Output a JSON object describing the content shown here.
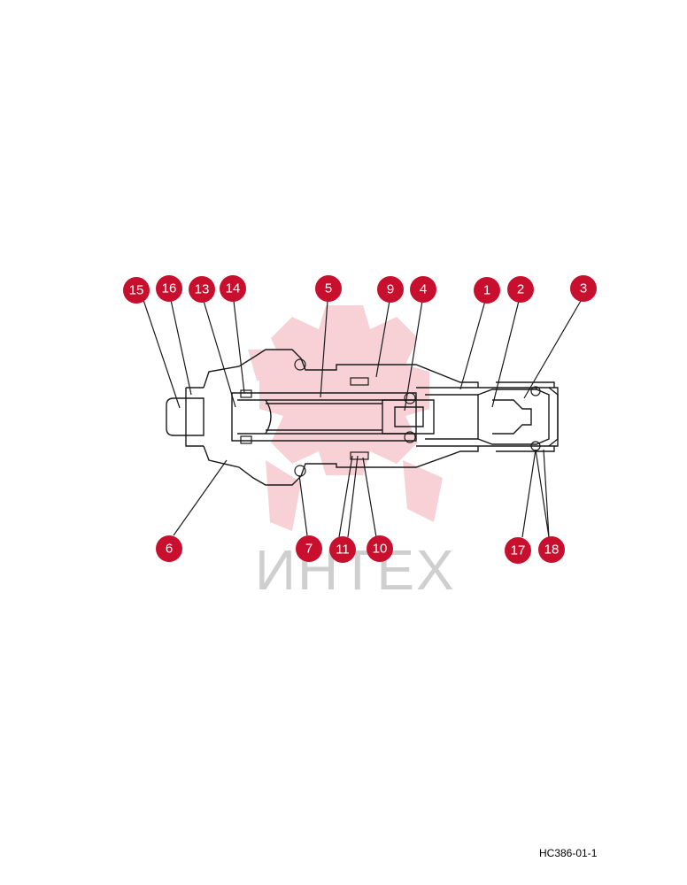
{
  "figure": {
    "drawing_code": "HC386-01-1",
    "watermark_text": "ИНТЕХ",
    "callouts": [
      "15",
      "16",
      "13",
      "14",
      "5",
      "9",
      "4",
      "1",
      "2",
      "3",
      "6",
      "7",
      "11",
      "10",
      "17",
      "18"
    ]
  },
  "colors": {
    "callout_fill": "#c8102e",
    "line": "#1a1a1a",
    "watermark_gear": "#f6c9cf",
    "watermark_text": "#cfcfcf"
  }
}
